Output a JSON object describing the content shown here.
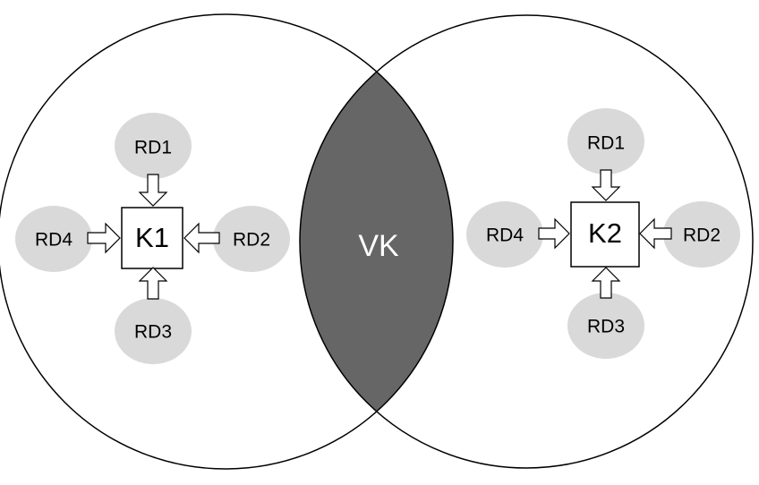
{
  "diagram": {
    "overlap_label": "VK",
    "left": {
      "center_label": "K1",
      "top_label": "RD1",
      "right_label": "RD2",
      "bottom_label": "RD3",
      "left_label": "RD4"
    },
    "right": {
      "center_label": "K2",
      "top_label": "RD1",
      "right_label": "RD2",
      "bottom_label": "RD3",
      "left_label": "RD4"
    },
    "colors": {
      "overlap_fill": "#666666",
      "node_fill": "#d9d9d9",
      "stroke": "#000000",
      "background": "#ffffff"
    }
  }
}
